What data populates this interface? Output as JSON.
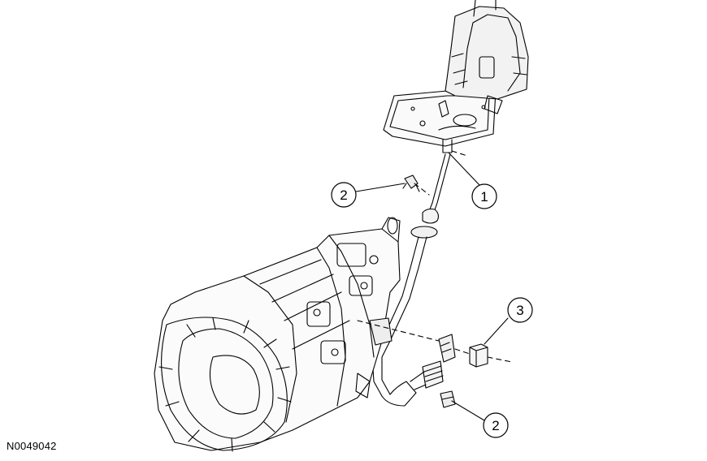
{
  "figure_id": "N0049042",
  "callouts": [
    {
      "id": "1",
      "label": "1"
    },
    {
      "id": "2a",
      "label": "2"
    },
    {
      "id": "3",
      "label": "3"
    },
    {
      "id": "2b",
      "label": "2"
    }
  ]
}
